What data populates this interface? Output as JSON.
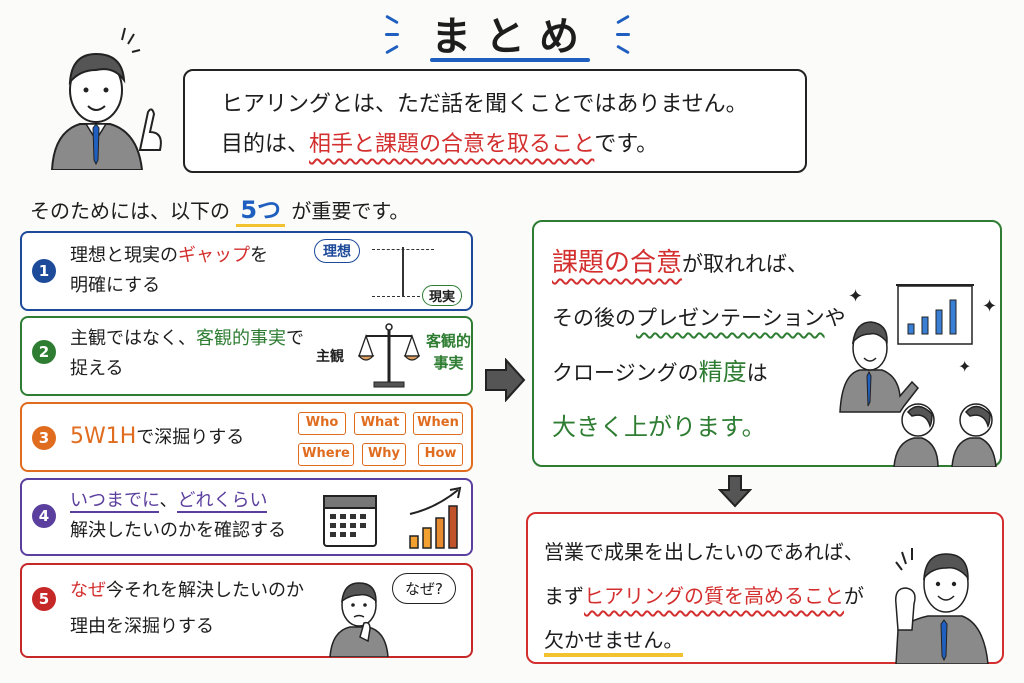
{
  "title": "まとめ",
  "intro": {
    "line1": "ヒアリングとは、ただ話を聞くことではありません。",
    "line2_prefix": "目的は、",
    "line2_highlight": "相手と課題の合意を取ること",
    "line2_suffix": "です。"
  },
  "subheading": {
    "prefix": "そのためには、以下の",
    "emphasis": "5つ",
    "suffix": "が重要です。"
  },
  "steps": [
    {
      "number": "1",
      "color": "#1e4a9a",
      "line1_prefix": "理想と現実の",
      "line1_highlight": "ギャップ",
      "line1_suffix": "を",
      "line2": "明確にする",
      "illustration": {
        "top_label": "理想",
        "bottom_label": "現実"
      }
    },
    {
      "number": "2",
      "color": "#2e7d32",
      "line1_prefix": "主観ではなく、",
      "line1_highlight": "客観的事実",
      "line1_suffix": "で",
      "line2": "捉える",
      "illustration": {
        "left_label": "主観",
        "right_label_1": "客観的",
        "right_label_2": "事実"
      }
    },
    {
      "number": "3",
      "color": "#e06c1f",
      "line1_highlight": "5W1H",
      "line1_suffix": "で深掘りする",
      "tags": [
        "Who",
        "What",
        "When",
        "Where",
        "Why",
        "How"
      ]
    },
    {
      "number": "4",
      "color": "#5b3f9e",
      "line1_a": "いつまでに",
      "line1_sep": "、",
      "line1_b": "どれくらい",
      "line2": "解決したいのかを確認する"
    },
    {
      "number": "5",
      "color": "#c62828",
      "line1_a": "なぜ",
      "line1_rest": "今それを解決したいのか",
      "line2": "理由を深掘りする",
      "thought_bubble": "なぜ?"
    }
  ],
  "result_box": {
    "line1_highlight": "課題の合意",
    "line1_suffix": "が取れれば、",
    "line2_prefix": "その後の",
    "line2_underlined": "プレゼンテーション",
    "line2_suffix": "や",
    "line3_prefix": "クロージングの",
    "line3_highlight": "精度",
    "line3_suffix": "は",
    "line4": "大きく上がります。"
  },
  "conclusion_box": {
    "line1": "営業で成果を出したいのであれば、",
    "line2_prefix": "まず",
    "line2_highlight": "ヒアリングの質を高めること",
    "line2_suffix": "が",
    "line3": "欠かせません。"
  },
  "colors": {
    "blue": "#1f5fbf",
    "red": "#d32f2f",
    "green": "#2e7d32",
    "orange": "#e06c1f",
    "purple": "#5b3f9e",
    "yellow": "#f2c230"
  }
}
